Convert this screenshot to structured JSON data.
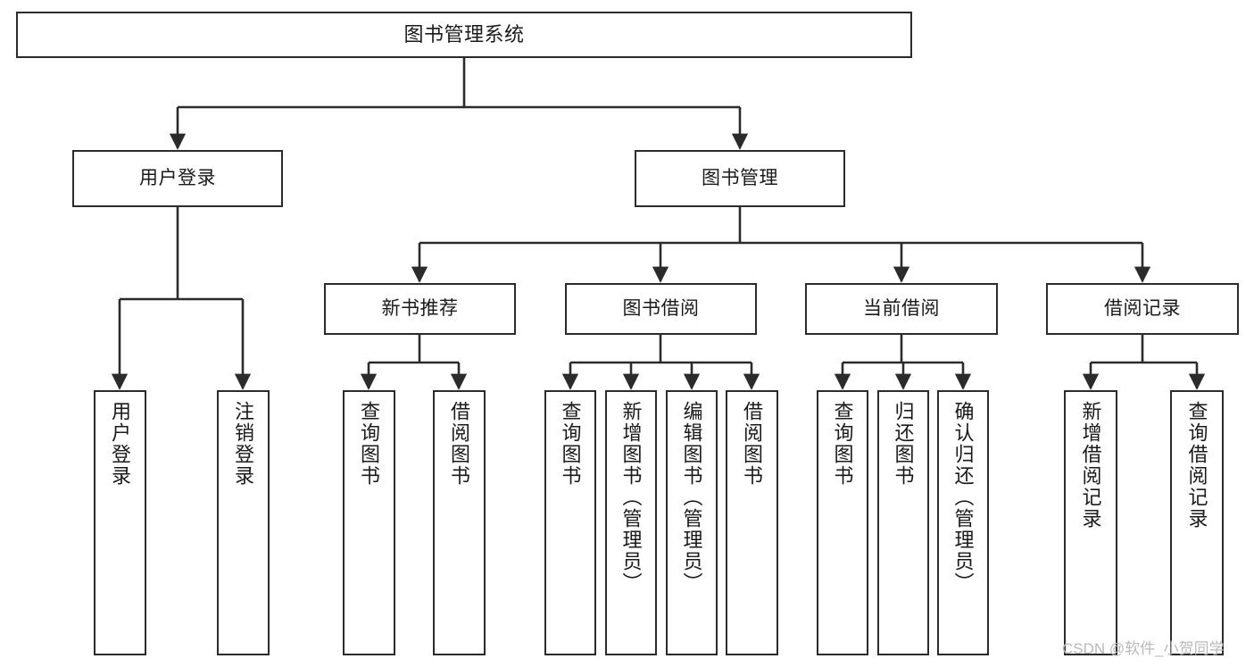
{
  "diagram": {
    "title": "图书管理系统",
    "type": "tree-hierarchy",
    "orientation": "top-down",
    "line_color": "#2b2b2b",
    "box_fill": "#ffffff",
    "text_color": "#1a1a1a",
    "nodes": {
      "root": "图书管理系统",
      "level2": {
        "user_login": "用户登录",
        "book_manage": "图书管理"
      },
      "level3": {
        "new_book_recommend": "新书推荐",
        "book_borrow": "图书借阅",
        "current_borrow": "当前借阅",
        "borrow_record": "借阅记录"
      },
      "leaves": {
        "user_login_children": [
          "用户登录",
          "注销登录"
        ],
        "new_book_recommend_children": [
          "查询图书",
          "借阅图书"
        ],
        "book_borrow_children": [
          "查询图书",
          "新增图书（管理员）",
          "编辑图书（管理员）",
          "借阅图书"
        ],
        "current_borrow_children": [
          "查询图书",
          "归还图书",
          "确认归还（管理员）"
        ],
        "borrow_record_children": [
          "新增借阅记录",
          "查询借阅记录"
        ]
      }
    }
  },
  "watermark": {
    "text": "CSDN @软件_小贺同学",
    "color": "#b9b9b9"
  }
}
